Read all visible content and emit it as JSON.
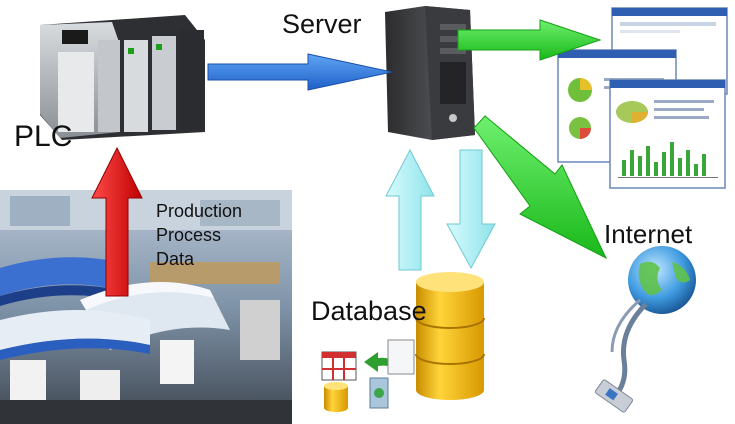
{
  "labels": {
    "plc": "PLC",
    "server": "Server",
    "internet": "Internet",
    "database": "Database",
    "production_process_data": [
      "Production",
      "Process",
      "Data"
    ]
  },
  "colors": {
    "blue_arrow": "#2f7be0",
    "green_arrow": "#2fd62f",
    "red_arrow": "#e01010",
    "cyan_arrow": "#a8f0f4",
    "database_gold": "#f2b705",
    "globe": "#3f9be0"
  },
  "icons": {
    "plc": "plc-device-icon",
    "server": "server-tower-icon",
    "reports": "report-windows-icon",
    "internet": "globe-network-icon",
    "database": "database-cylinders-icon",
    "factory": "bottling-line-photo"
  }
}
